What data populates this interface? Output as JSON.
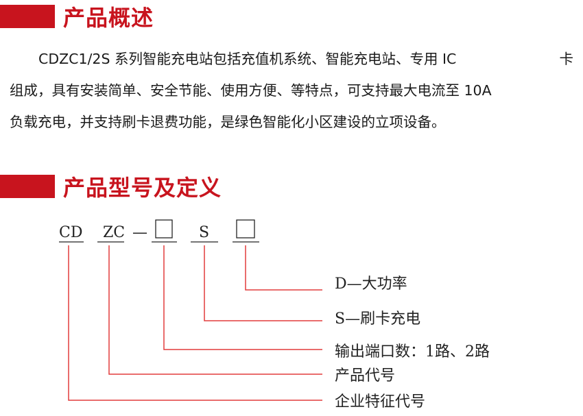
{
  "sections": {
    "overview_title": "产品概述",
    "model_title": "产品型号及定义"
  },
  "overview": {
    "line1_a": "CDZC1/2S 系列智能充电站包括充值机系统、智能充电站、专用 IC",
    "line1_b": "卡",
    "line2": "组成，具有安装简单、安全节能、使用方便、等特点，可支持最大电流至 10A",
    "line3": "负载充电，并支持刷卡退费功能，是绿色智能化小区建设的立项设备。"
  },
  "model_code": {
    "cd": "CD",
    "zc": "ZC",
    "dash": "—",
    "s": "S"
  },
  "legend": {
    "d_power": "D—大功率",
    "s_card": "S—刷卡充电",
    "ports": "输出端口数：1路、2路",
    "product_code": "产品代号",
    "company_code": "企业特征代号"
  },
  "colors": {
    "accent": "#c8141e",
    "line": "#e23b3b"
  }
}
